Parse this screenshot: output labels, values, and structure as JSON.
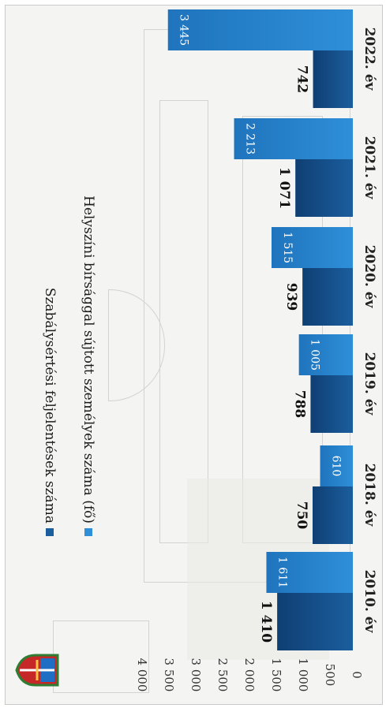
{
  "chart_data": {
    "type": "bar",
    "orientation": "horizontal",
    "categories": [
      "2010. év",
      "2018. év",
      "2019. év",
      "2020. év",
      "2021. év",
      "2022. év"
    ],
    "series": [
      {
        "name": "Szabálysértési feljelentések száma",
        "values": [
          1410,
          750,
          788,
          939,
          1071,
          742
        ],
        "labels": [
          "1 410",
          "750",
          "788",
          "939",
          "1 071",
          "742"
        ]
      },
      {
        "name": "Helyszíni bírsággal sújtott személyek száma (fő)",
        "values": [
          1611,
          610,
          1005,
          1515,
          2213,
          3445
        ],
        "labels": [
          "1 611",
          "610",
          "1 005",
          "1 515",
          "2 213",
          "3 445"
        ]
      }
    ],
    "xlim": [
      0,
      4000
    ],
    "ticks": [
      0,
      500,
      1000,
      1500,
      2000,
      2500,
      3000,
      3500,
      4000
    ],
    "tick_labels": [
      "0",
      "500",
      "1 000",
      "1 500",
      "2 000",
      "2 500",
      "3 000",
      "3 500",
      "4 000"
    ],
    "legend_position": "top-left",
    "colors": {
      "series1": "#1b5e9e",
      "series2": "#2e8fd8"
    }
  }
}
